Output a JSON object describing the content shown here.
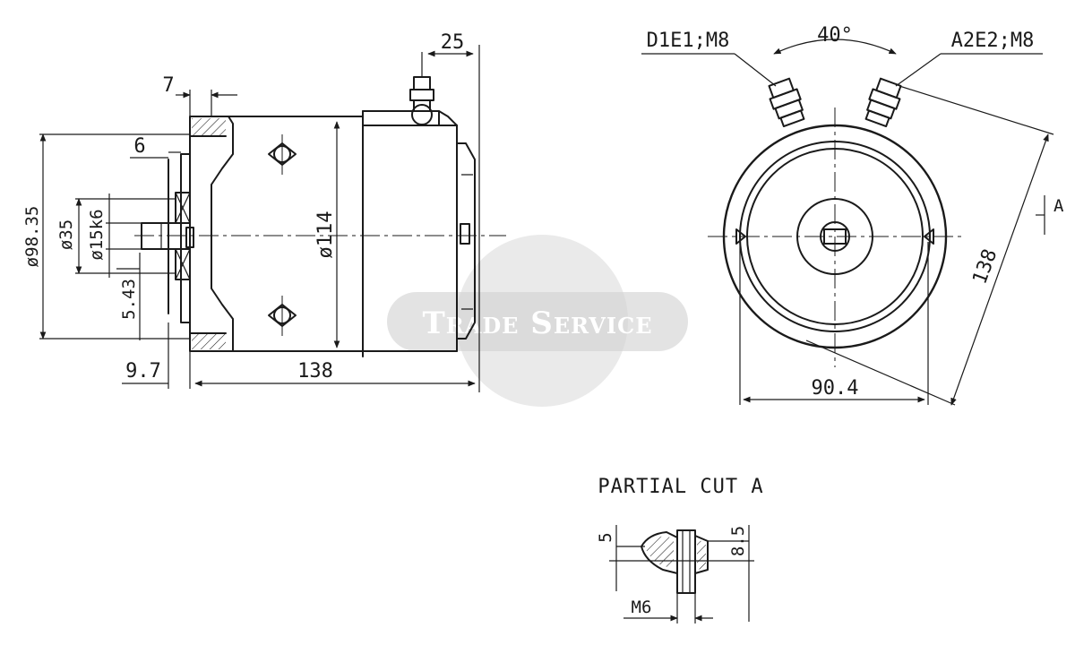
{
  "side_view": {
    "dims": {
      "stud_offset": "25",
      "flange_thickness": "7",
      "spigot_length": "6",
      "pilot_diameter": "ø98.35",
      "boss_diameter": "ø35",
      "shaft_diameter": "ø15k6",
      "key_height": "5.43",
      "shaft_projection": "9.7",
      "body_length": "138",
      "body_diameter": "ø114"
    }
  },
  "end_view": {
    "terminal_left": "D1E1;M8",
    "terminal_right": "A2E2;M8",
    "angle": "40°",
    "width": "90.4",
    "diagonal": "138",
    "section_marker": "A"
  },
  "partial_cut": {
    "title": "PARTIAL CUT A",
    "dim_left": "5",
    "dim_right": "8.5",
    "thread": "M6"
  },
  "watermark": {
    "text": "Trade Service"
  }
}
